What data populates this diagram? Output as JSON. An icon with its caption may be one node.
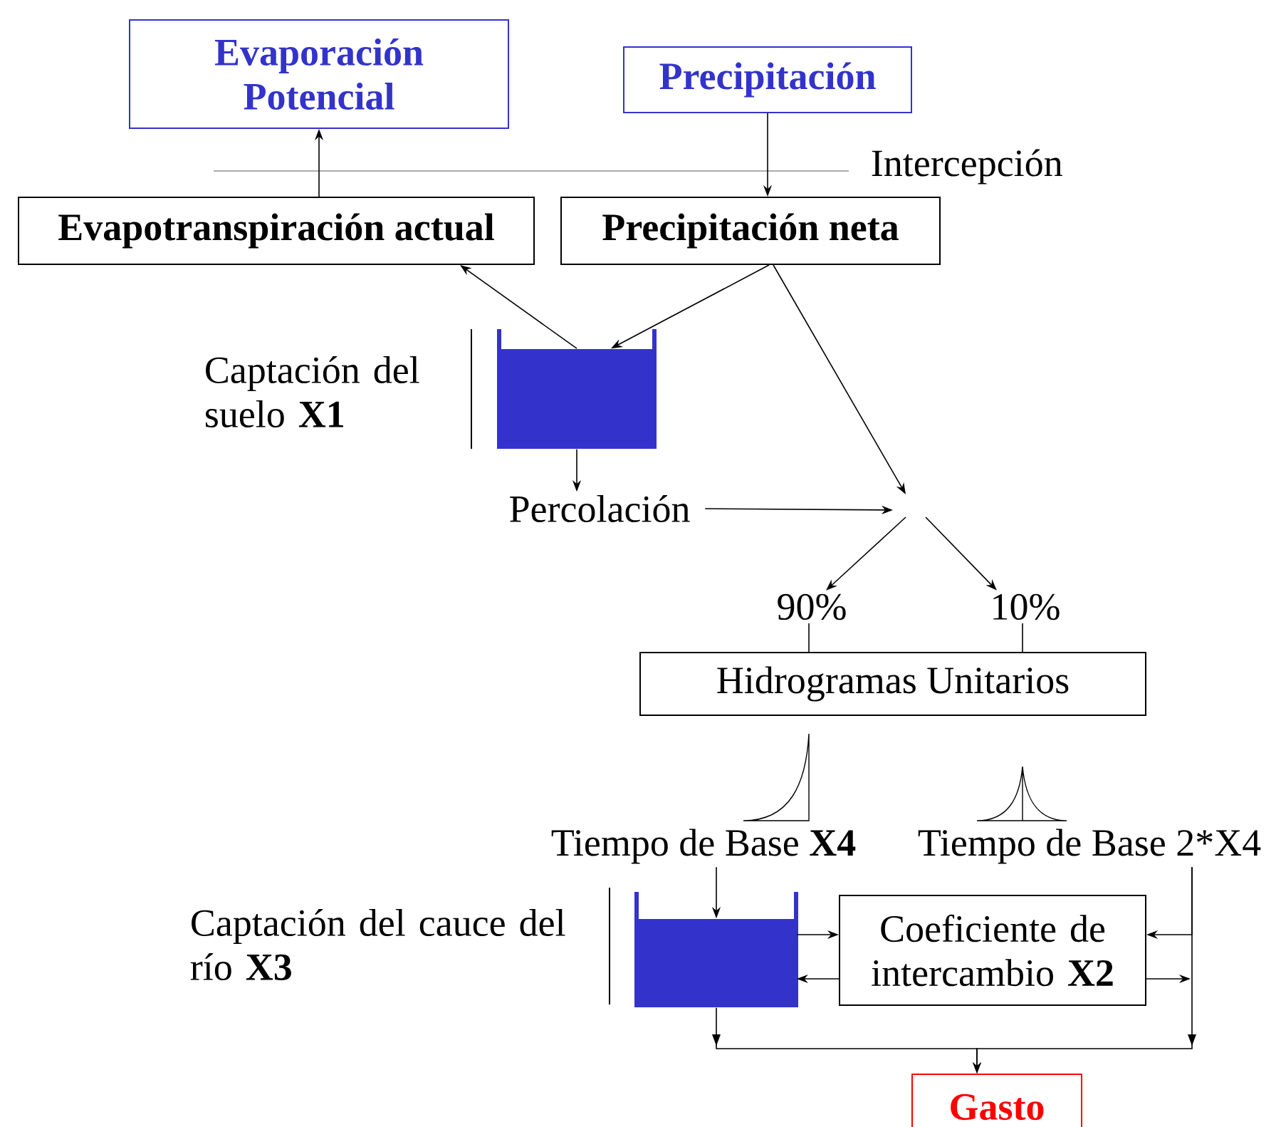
{
  "diagram": {
    "nodes": [
      {
        "text": [
          "Evaporación Potencial"
        ]
      },
      {
        "text": [
          "Precipitación"
        ]
      },
      {
        "text": [
          "Evapotranspiración actual"
        ]
      },
      {
        "text": [
          "Precipitación neta"
        ]
      },
      {
        "text": [],
        "shape": "tank"
      },
      {
        "text": [
          "Percolación"
        ]
      },
      {
        "text": [
          "90%"
        ]
      },
      {
        "text": [
          "10%"
        ]
      },
      {
        "text": [
          "Hidrogramas Unitarios"
        ]
      },
      {
        "text": [
          "Tiempo de Base **X4**"
        ]
      },
      {
        "text": [
          "Tiempo de Base 2*X4"
        ]
      },
      {
        "text": [],
        "shape": "tank"
      },
      {
        "text": [
          "Coeficiente de intercambio **X2**"
        ]
      },
      {
        "text": [
          "Gasto"
        ]
      }
    ],
    "edges": [
      {
        "from": 1,
        "to": 3,
        "arrow": "to"
      },
      {
        "from": 2,
        "to": 0,
        "arrow": "to"
      },
      {
        "from": 4,
        "to": 2,
        "arrow": "to"
      },
      {
        "from": 3,
        "to": 4,
        "arrow": "to"
      },
      {
        "from": 3,
        "to": null,
        "arrow": "to"
      },
      {
        "from": 4,
        "to": 5,
        "arrow": "to"
      },
      {
        "from": 5,
        "to": null,
        "arrow": "to"
      },
      {
        "from": null,
        "to": 6,
        "arrow": "to"
      },
      {
        "from": null,
        "to": 7,
        "arrow": "to"
      },
      {
        "from": 6,
        "to": 8,
        "arrow": "none"
      },
      {
        "from": 7,
        "to": 8,
        "arrow": "none"
      },
      {
        "from": 9,
        "to": 11,
        "arrow": "to"
      },
      {
        "from": 11,
        "to": 12,
        "arrow": "to"
      },
      {
        "from": 12,
        "to": 11,
        "arrow": "to"
      },
      {
        "from": 10,
        "to": 12,
        "arrow": "to"
      },
      {
        "from": 12,
        "to": null,
        "arrow": "to"
      },
      {
        "from": 11,
        "to": 13,
        "arrow": "to"
      },
      {
        "from": 10,
        "to": 13,
        "arrow": "to"
      }
    ],
    "labels": [
      "Intercepción",
      "Captación del suelo **X1**",
      "Captación del cauce del río **X3**"
    ]
  }
}
